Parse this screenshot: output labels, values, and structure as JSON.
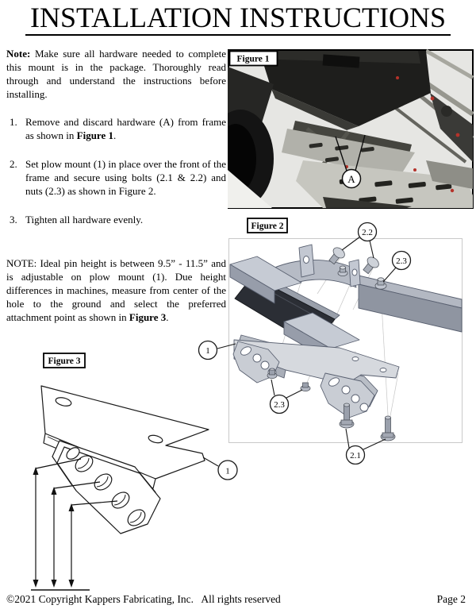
{
  "page": {
    "title": "INSTALLATION INSTRUCTIONS",
    "footer_left": "©2021 Copyright Kappers Fabricating, Inc.   All rights reserved",
    "footer_right": "Page 2"
  },
  "intro": {
    "bold": "Note:",
    "text": " Make sure all hardware needed to complete this mount is in the package. Thoroughly read through and understand the instructions before installing."
  },
  "steps": [
    {
      "num": "1.",
      "pre": "Remove and discard hardware (A) from frame as shown in ",
      "bold": "Figure 1",
      "post": "."
    },
    {
      "num": "2.",
      "pre": "Set plow mount (1) in place over the front of the frame and secure using bolts (2.1 & 2.2) and nuts (2.3) as shown in Figure 2.",
      "bold": "",
      "post": ""
    },
    {
      "num": "3.",
      "pre": "Tighten all hardware evenly.",
      "bold": "",
      "post": ""
    }
  ],
  "note2": {
    "pre": "NOTE: Ideal pin height is between 9.5” - 11.5” and is adjustable on plow mount (1). Due height differences in machines, measure from center of the hole to the ground and select the preferred attachment point as shown in ",
    "bold": "Figure 3",
    "post": "."
  },
  "figures": {
    "fig1": {
      "label": "Figure 1",
      "callout_a": "A"
    },
    "fig2": {
      "label": "Figure 2",
      "callout_22": "2.2",
      "callout_23_top": "2.3",
      "callout_1": "1",
      "callout_23_bottom": "2.3",
      "callout_21": "2.1"
    },
    "fig3": {
      "label": "Figure 3",
      "callout_1": "1"
    }
  }
}
